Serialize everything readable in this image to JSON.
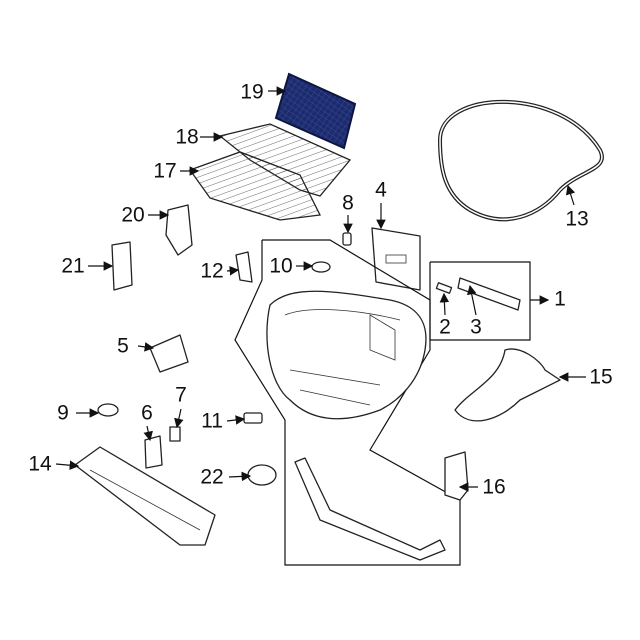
{
  "diagram": {
    "accent_colors": {
      "cargo_net": "#1c2a6e",
      "line": "#222222"
    },
    "callouts": {
      "c1": "1",
      "c2": "2",
      "c3": "3",
      "c4": "4",
      "c5": "5",
      "c6": "6",
      "c7": "7",
      "c8": "8",
      "c9": "9",
      "c10": "10",
      "c11": "11",
      "c12": "12",
      "c13": "13",
      "c14": "14",
      "c15": "15",
      "c16": "16",
      "c17": "17",
      "c18": "18",
      "c19": "19",
      "c20": "20",
      "c21": "21",
      "c22": "22"
    }
  }
}
